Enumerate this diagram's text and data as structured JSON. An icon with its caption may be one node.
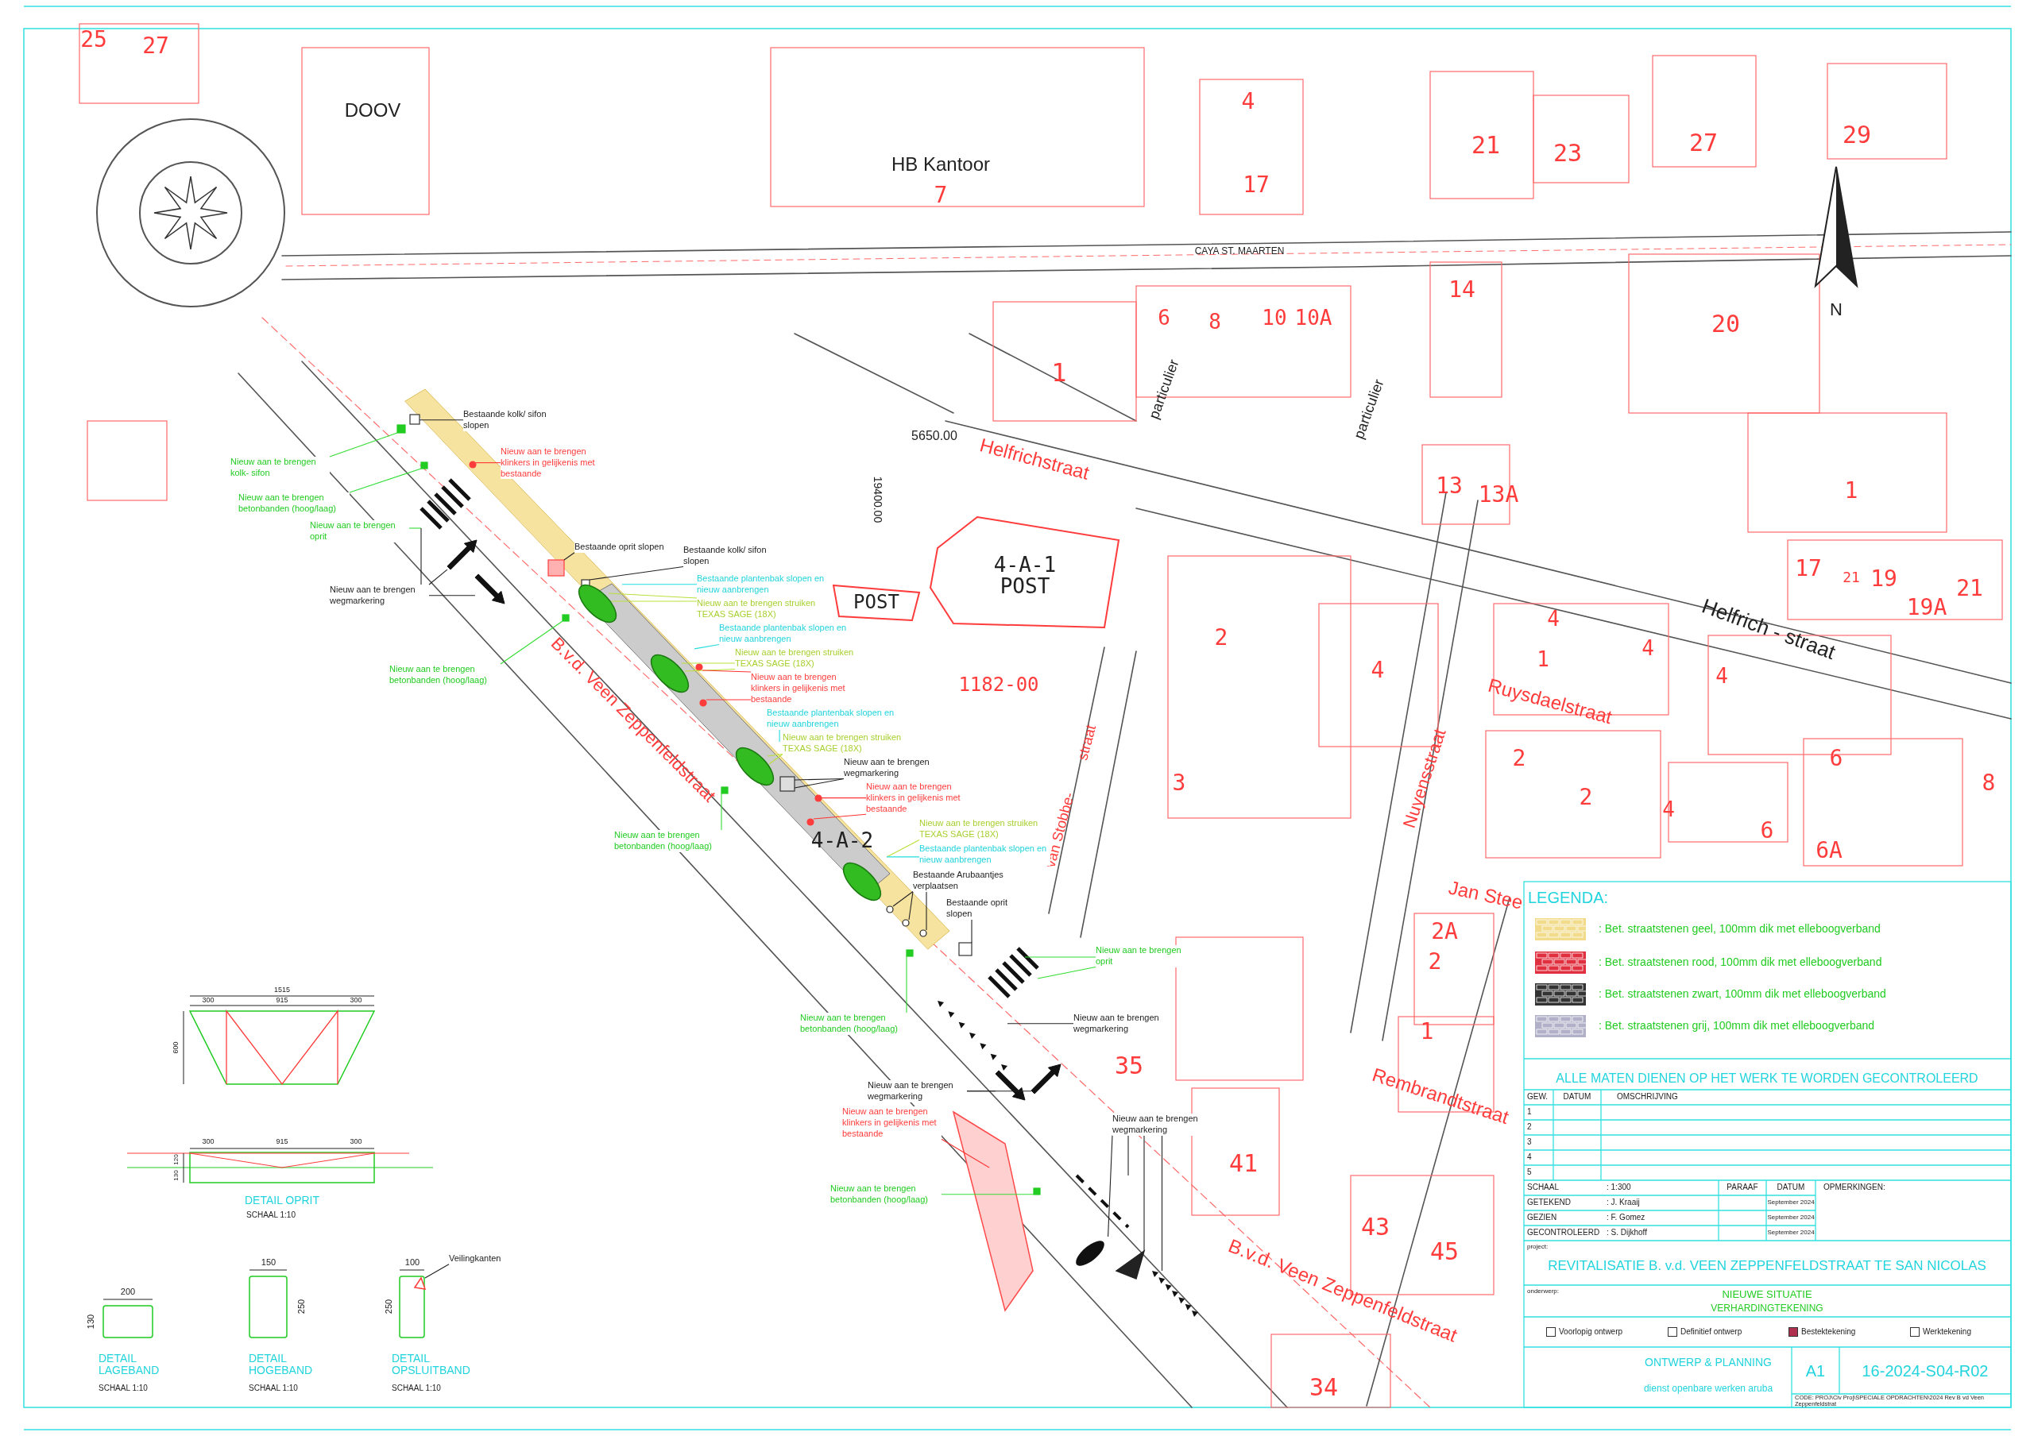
{
  "diagram": {
    "nodes": [
      {
        "text": [
          "Bestaande kolk/ sifon slopen"
        ]
      },
      {
        "text": [
          "Nieuw aan te brengen klinkers in gelijkenis met bestaande"
        ]
      },
      {
        "text": [
          "Nieuw aan te brengen kolk- sifon"
        ]
      },
      {
        "text": [
          "Nieuw aan te brengen betonbanden (hoog/laag)"
        ]
      },
      {
        "text": [
          "Nieuw aan te brengen oprit"
        ]
      },
      {
        "text": [
          "Bestaande oprit slopen"
        ]
      },
      {
        "text": [
          "Bestaande kolk/ sifon slopen"
        ]
      },
      {
        "text": [
          "Bestaande plantenbak slopen en nieuw aanbrengen"
        ]
      },
      {
        "text": [
          "Nieuw aan te brengen wegmarkering"
        ]
      },
      {
        "text": [
          "Nieuw aan te brengen struiken TEXAS SAGE (18X)"
        ]
      },
      {
        "text": [
          "Bestaande plantenbak slopen en nieuw aanbrengen"
        ]
      },
      {
        "text": [
          "Nieuw aan te brengen struiken TEXAS SAGE (18X)"
        ]
      },
      {
        "text": [
          "Nieuw aan te brengen betonbanden (hoog/laag)"
        ]
      },
      {
        "text": [
          "Nieuw aan te brengen klinkers in gelijkenis met bestaande"
        ]
      },
      {
        "text": [
          "Bestaande plantenbak slopen en nieuw aanbrengen"
        ]
      },
      {
        "text": [
          "Nieuw aan te brengen struiken TEXAS SAGE (18X)"
        ]
      },
      {
        "text": [
          "Nieuw aan te brengen wegmarkering"
        ]
      },
      {
        "text": [
          "Nieuw aan te brengen klinkers in gelijkenis met bestaande"
        ]
      },
      {
        "text": [
          "Nieuw aan te brengen betonbanden (hoog/laag)"
        ]
      },
      {
        "text": [
          "Nieuw aan te brengen struiken TEXAS SAGE (18X)"
        ]
      },
      {
        "text": [
          "Bestaande plantenbak slopen en nieuw aanbrengen"
        ]
      },
      {
        "text": [
          "Bestaande Arubaantjes verplaatsen"
        ]
      },
      {
        "text": [
          "Bestaande oprit slopen"
        ]
      },
      {
        "text": [
          "Nieuw aan te brengen oprit"
        ]
      },
      {
        "text": [
          "Nieuw aan te brengen betonbanden (hoog/laag)"
        ]
      },
      {
        "text": [
          "Nieuw aan te brengen wegmarkering"
        ]
      },
      {
        "text": [
          "Nieuw aan te brengen wegmarkering"
        ]
      },
      {
        "text": [
          "Nieuw aan te brengen klinkers in gelijkenis met bestaande"
        ]
      },
      {
        "text": [
          "Nieuw aan te brengen betonbanden (hoog/laag)"
        ]
      },
      {
        "text": [
          "Nieuw aan te brengen wegmarkering"
        ]
      },
      {
        "text": [
          "Veilingkanten"
        ]
      },
      {
        "text": [],
        "shape": "box"
      },
      {
        "text": [],
        "shape": "box"
      },
      {
        "text": [],
        "shape": "box"
      },
      {
        "text": [],
        "shape": "stripes"
      },
      {
        "text": [],
        "shape": "box"
      },
      {
        "text": [],
        "shape": "box"
      },
      {
        "text": [],
        "shape": "arrow"
      },
      {
        "text": [],
        "shape": "arrow"
      },
      {
        "text": [],
        "shape": "ellipse"
      },
      {
        "text": [],
        "shape": "circle"
      },
      {
        "text": [],
        "shape": "box"
      },
      {
        "text": [],
        "shape": "ellipse"
      },
      {
        "text": [],
        "shape": "circle"
      },
      {
        "text": [],
        "shape": "circle"
      },
      {
        "text": [],
        "shape": "ellipse"
      },
      {
        "text": [],
        "shape": "box"
      },
      {
        "text": [],
        "shape": "circle"
      },
      {
        "text": [],
        "shape": "circle"
      },
      {
        "text": [],
        "shape": "box"
      },
      {
        "text": [],
        "shape": "ellipse"
      },
      {
        "text": [],
        "shape": "circle"
      },
      {
        "text": [],
        "shape": "circle"
      },
      {
        "text": [],
        "shape": "circle"
      },
      {
        "text": [],
        "shape": "box"
      },
      {
        "text": [],
        "shape": "stripes"
      },
      {
        "text": [],
        "shape": "box"
      },
      {
        "text": [],
        "shape": "triangle"
      },
      {
        "text": [],
        "shape": "arrow"
      },
      {
        "text": [],
        "shape": "arrow"
      },
      {
        "text": [],
        "shape": "polygon"
      },
      {
        "text": [],
        "shape": "box"
      },
      {
        "text": [],
        "shape": "bar"
      },
      {
        "text": [],
        "shape": "teardrop"
      },
      {
        "text": [],
        "shape": "triangle"
      },
      {
        "text": [],
        "shape": "triangle"
      },
      {
        "text": [],
        "shape": "triangle"
      },
      {
        "text": [
          "4-A-1 POST"
        ]
      },
      {
        "text": [
          "POST"
        ]
      }
    ],
    "edges": [
      {
        "from": 0,
        "to": 31,
        "arrow": "none"
      },
      {
        "from": 1,
        "to": 40,
        "arrow": "none",
        "color": "#ff3333"
      },
      {
        "from": 2,
        "to": 32,
        "arrow": "none",
        "color": "#33dd33"
      },
      {
        "from": 3,
        "to": 33,
        "arrow": "none",
        "color": "#33dd33"
      },
      {
        "from": 4,
        "to": 34,
        "arrow": "none",
        "color": "#33dd33"
      },
      {
        "from": 5,
        "to": 35,
        "arrow": "none"
      },
      {
        "from": 6,
        "to": 36,
        "arrow": "none"
      },
      {
        "from": 7,
        "to": 39,
        "arrow": "none",
        "color": "#22dddd"
      },
      {
        "from": 8,
        "to": 34,
        "arrow": "none"
      },
      {
        "from": 8,
        "to": 37,
        "arrow": "none"
      },
      {
        "from": 8,
        "to": 38,
        "arrow": "none"
      },
      {
        "from": 9,
        "to": 39,
        "arrow": "none",
        "color": "#b8e03a"
      },
      {
        "from": 9,
        "to": 39,
        "arrow": "none",
        "color": "#b8e03a"
      },
      {
        "from": 10,
        "to": 42,
        "arrow": "none",
        "color": "#22dddd"
      },
      {
        "from": 11,
        "to": 42,
        "arrow": "none",
        "color": "#b8e03a"
      },
      {
        "from": 11,
        "to": 42,
        "arrow": "none",
        "color": "#b8e03a"
      },
      {
        "from": 12,
        "to": 41,
        "arrow": "none",
        "color": "#33dd33"
      },
      {
        "from": 13,
        "to": 43,
        "arrow": "none",
        "color": "#ff3333"
      },
      {
        "from": 13,
        "to": 44,
        "arrow": "none",
        "color": "#ff3333"
      },
      {
        "from": 14,
        "to": 45,
        "arrow": "none",
        "color": "#22dddd"
      },
      {
        "from": 15,
        "to": 45,
        "arrow": "none",
        "color": "#b8e03a"
      },
      {
        "from": 15,
        "to": 45,
        "arrow": "none",
        "color": "#b8e03a"
      },
      {
        "from": 16,
        "to": 46,
        "arrow": "none"
      },
      {
        "from": 16,
        "to": 46,
        "arrow": "none"
      },
      {
        "from": 17,
        "to": 47,
        "arrow": "none",
        "color": "#ff3333"
      },
      {
        "from": 17,
        "to": 48,
        "arrow": "none",
        "color": "#ff3333"
      },
      {
        "from": 18,
        "to": 49,
        "arrow": "none",
        "color": "#33dd33"
      },
      {
        "from": 19,
        "to": 50,
        "arrow": "none",
        "color": "#b8e03a"
      },
      {
        "from": 20,
        "to": 50,
        "arrow": "none",
        "color": "#22dddd"
      },
      {
        "from": 21,
        "to": 51,
        "arrow": "none"
      },
      {
        "from": 21,
        "to": 52,
        "arrow": "none"
      },
      {
        "from": 21,
        "to": 53,
        "arrow": "none"
      },
      {
        "from": 22,
        "to": 54,
        "arrow": "none"
      },
      {
        "from": 23,
        "to": 55,
        "arrow": "none",
        "color": "#33dd33"
      },
      {
        "from": 23,
        "to": 55,
        "arrow": "none",
        "color": "#33dd33"
      },
      {
        "from": 24,
        "to": 56,
        "arrow": "none",
        "color": "#33dd33"
      },
      {
        "from": 25,
        "to": 57,
        "arrow": "none"
      },
      {
        "from": 26,
        "to": 58,
        "arrow": "none"
      },
      {
        "from": 26,
        "to": 59,
        "arrow": "none"
      },
      {
        "from": 27,
        "to": 60,
        "arrow": "none",
        "color": "#ff3333"
      },
      {
        "from": 28,
        "to": 61,
        "arrow": "none",
        "color": "#33dd33"
      },
      {
        "from": 29,
        "to": 62,
        "arrow": "none"
      },
      {
        "from": 29,
        "to": 63,
        "arrow": "none"
      },
      {
        "from": 29,
        "to": 64,
        "arrow": "none"
      },
      {
        "from": 29,
        "to": 65,
        "arrow": "none"
      },
      {
        "from": 30,
        "to": 66,
        "arrow": "none"
      }
    ],
    "labels": [
      "25",
      "27",
      "DOOV",
      "HB Kantoor",
      "7",
      "4",
      "17",
      "21",
      "23",
      "27",
      "29",
      "CAYA ST. MAARTEN",
      "6",
      "8",
      "10",
      "10A",
      "14",
      "20",
      "1",
      "particulier",
      "particulier",
      "5650.00",
      "19400.00",
      "Helfrichstraat",
      "13",
      "13A",
      "1",
      "17",
      "21",
      "19",
      "21",
      "19A",
      "Helfrich - straat",
      "1182-00",
      "4-A-2",
      "4",
      "1",
      "4",
      "4",
      "Ruysdaelstraat",
      "2",
      "4",
      "3",
      "2",
      "2",
      "4",
      "6",
      "6",
      "6A",
      "8",
      "Nuyensstraat",
      "van Stobbe-",
      "straat",
      "Jan Stee",
      "2A",
      "2",
      "1",
      "Rembrandtstraat",
      "35",
      "41",
      "43",
      "45",
      "34",
      "B.v.d. Veen Zeppenfeldstraat",
      "B.v.d. Veen Zeppenfeldstraat",
      "N",
      "1515",
      "300",
      "915",
      "300",
      "600",
      "300",
      "915",
      "300",
      "120",
      "130",
      "DETAIL OPRIT",
      "SCHAAL 1:10",
      "200",
      "130",
      "150",
      "250",
      "100",
      "250",
      "DETAIL LAGEBAND",
      "SCHAAL 1:10",
      "DETAIL HOGEBAND",
      "SCHAAL 1:10",
      "DETAIL OPSLUITBAND",
      "SCHAAL 1:10",
      "LEGENDA:",
      "ALLE MATEN DIENEN OP HET WERK TE WORDEN GECONTROLEERD",
      "GEW.",
      "DATUM",
      "OMSCHRIJVING",
      "1",
      "2",
      "3",
      "4",
      "5",
      "SCHAAL",
      ": 1:300",
      "PARAAF",
      "DATUM",
      "OPMERKINGEN:",
      "GETEKEND",
      ": J. Kraaij",
      "September 2024",
      "GEZIEN",
      ": F. Gomez",
      "September 2024",
      "GECONTROLEERD",
      ": S. Dijkhoff",
      "September 2024",
      "project:",
      "REVITALISATIE B. v.d. VEEN ZEPPENFELDSTRAAT TE SAN NICOLAS",
      "onderwerp:",
      "NIEUWE SITUATIE",
      "VERHARDINGTEKENING",
      "Voorlopig ontwerp",
      "Definitief ontwerp",
      "Bestektekening",
      "Werktekening",
      "ONTWERP & PLANNING",
      "dienst openbare werken aruba",
      "A1",
      "16-2024-S04-R02",
      "CODE: PROJ\\Civ Proj\\SPECIALE OPDRACHTEN\\2024 Rev B vd Veen Zeppenfeldstrat"
    ],
    "legend": [
      {
        "text": ": Bet. straatstenen geel, 100mm dik met elleboogverband",
        "color": "#f2dc8c"
      },
      {
        "text": ": Bet. straatstenen rood, 100mm dik met elleboogverband",
        "color": "#e03040"
      },
      {
        "text": ": Bet. straatstenen zwart, 100mm dik met elleboogverband",
        "color": "#333333"
      },
      {
        "text": ": Bet. straatstenen grij, 100mm dik met elleboogverband",
        "color": "#b0b0c8"
      }
    ]
  }
}
